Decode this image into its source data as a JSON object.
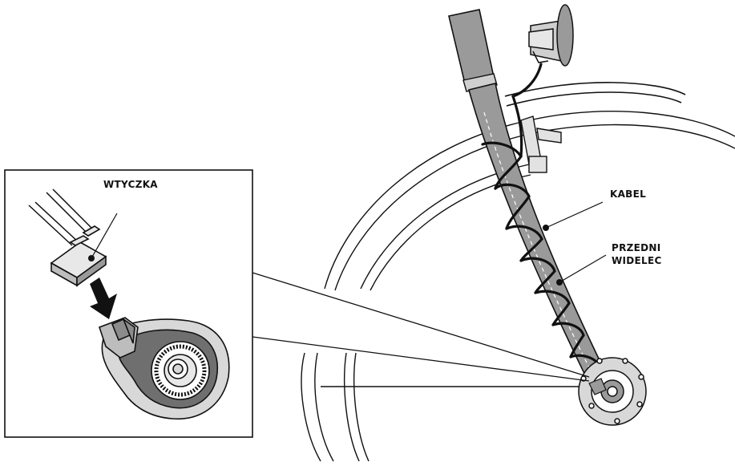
{
  "labels": {
    "plug": "WTYCZKA",
    "cable": "KABEL",
    "fork_line1": "PRZEDNI",
    "fork_line2": "WIDELEC"
  },
  "colors": {
    "line": "#111111",
    "fork_fill": "#9a9a9a",
    "hub_dark": "#6f6f6f",
    "hub_light": "#d8d8d8",
    "plug_fill": "#bdbdbd",
    "background": "#ffffff"
  },
  "icons": {
    "arrow": "arrow-down-icon",
    "lamp": "headlamp-icon",
    "hub": "dynamo-hub-icon"
  }
}
